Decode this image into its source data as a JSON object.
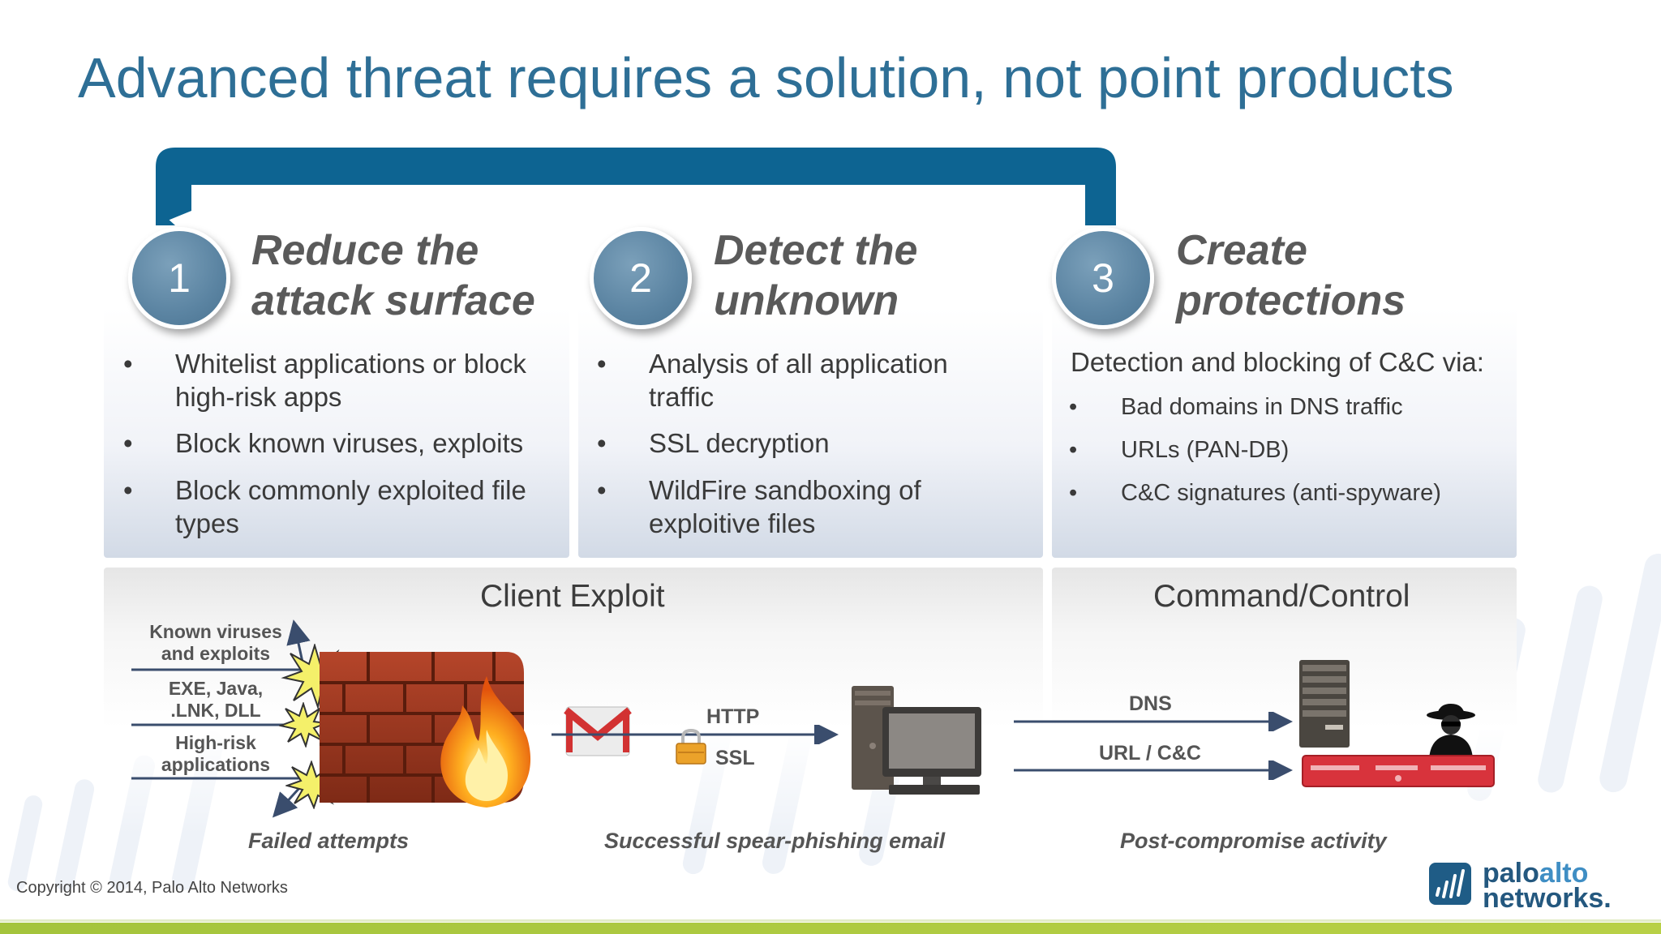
{
  "title": "Advanced threat requires a solution, not point products",
  "steps": [
    {
      "number": "1",
      "title_line1": "Reduce the",
      "title_line2": "attack surface",
      "bullets": [
        {
          "line1": "Whitelist applications or block",
          "line2": "high-risk apps"
        },
        {
          "line1": "Block known viruses, exploits",
          "line2": ""
        },
        {
          "line1": "Block commonly exploited file",
          "line2": "types"
        }
      ]
    },
    {
      "number": "2",
      "title_line1": "Detect the",
      "title_line2": "unknown",
      "bullets": [
        {
          "line1": "Analysis of all application",
          "line2": "traffic"
        },
        {
          "line1": "SSL decryption",
          "line2": ""
        },
        {
          "line1": "WildFire sandboxing of",
          "line2": "exploitive files"
        }
      ]
    },
    {
      "number": "3",
      "title_line1": "Create",
      "title_line2": "protections",
      "intro": "Detection and blocking of C&C via:",
      "bullets": [
        {
          "line1": "Bad domains in DNS traffic"
        },
        {
          "line1": "URLs (PAN-DB)"
        },
        {
          "line1": "C&C signatures (anti-spyware)"
        }
      ]
    }
  ],
  "bullet_char": "•",
  "panels": {
    "client_exploit": {
      "title": "Client Exploit",
      "labels": {
        "known_line1": "Known viruses",
        "known_line2": "and exploits",
        "exe_line1": "EXE, Java,",
        "exe_line2": ".LNK, DLL",
        "risk_line1": "High-risk",
        "risk_line2": "applications",
        "http": "HTTP",
        "ssl": "SSL"
      },
      "caption_failed": "Failed attempts",
      "caption_success": "Successful spear-phishing email"
    },
    "command_control": {
      "title": "Command/Control",
      "labels": {
        "dns": "DNS",
        "url": "URL / C&C"
      },
      "caption": "Post-compromise activity"
    }
  },
  "copyright": "Copyright © 2014, Palo Alto Networks",
  "logo": {
    "line1_a": "palo",
    "line1_b": "alto",
    "line2": "networks."
  },
  "icons": [
    "firewall-icon",
    "fire-icon",
    "explosion-icon",
    "gmail-icon",
    "lock-icon",
    "computer-icon",
    "server-icon",
    "spy-icon",
    "appliance-icon",
    "logo-icon"
  ],
  "colors": {
    "title": "#2e6f96",
    "bracket": "#0d6492",
    "circle": "#5b84a2",
    "footer": "#a4c43c",
    "appliance": "#d8333c"
  }
}
